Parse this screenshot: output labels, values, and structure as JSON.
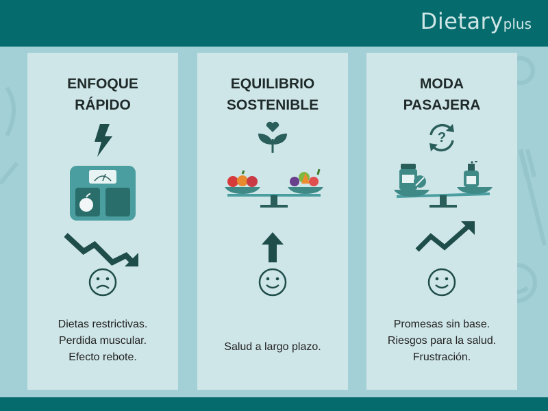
{
  "brand": {
    "name": "Dietary",
    "suffix": "plus"
  },
  "cards": [
    {
      "title_lines": [
        "ENFOQUE",
        "RÁPIDO"
      ],
      "desc_lines": [
        "Dietas restrictivas.",
        "Perdida muscular.",
        "Efecto rebote."
      ],
      "icons": [
        "lightning-icon",
        "weighing-scale-icon",
        "trend-down-icon",
        "sad-face-icon"
      ]
    },
    {
      "title_lines": [
        "EQUILIBRIO",
        "SOSTENIBLE"
      ],
      "desc_lines": [
        "Salud a largo plazo."
      ],
      "icons": [
        "sprout-heart-icon",
        "balance-fruits-vegetables-icon",
        "arrow-up-icon",
        "happy-face-icon"
      ]
    },
    {
      "title_lines": [
        "MODA",
        "PASAJERA"
      ],
      "desc_lines": [
        "Promesas sin base.",
        "Riesgos para la salud.",
        "Frustración."
      ],
      "icons": [
        "question-cycle-icon",
        "balance-supplements-icon",
        "trend-up-icon",
        "happy-face-icon"
      ]
    }
  ],
  "colors": {
    "header": "#066b6d",
    "card": "#cfe6e8",
    "background": "#a3cfd6",
    "icon": "#2a5e5a",
    "scale": "#4a9ea0"
  }
}
